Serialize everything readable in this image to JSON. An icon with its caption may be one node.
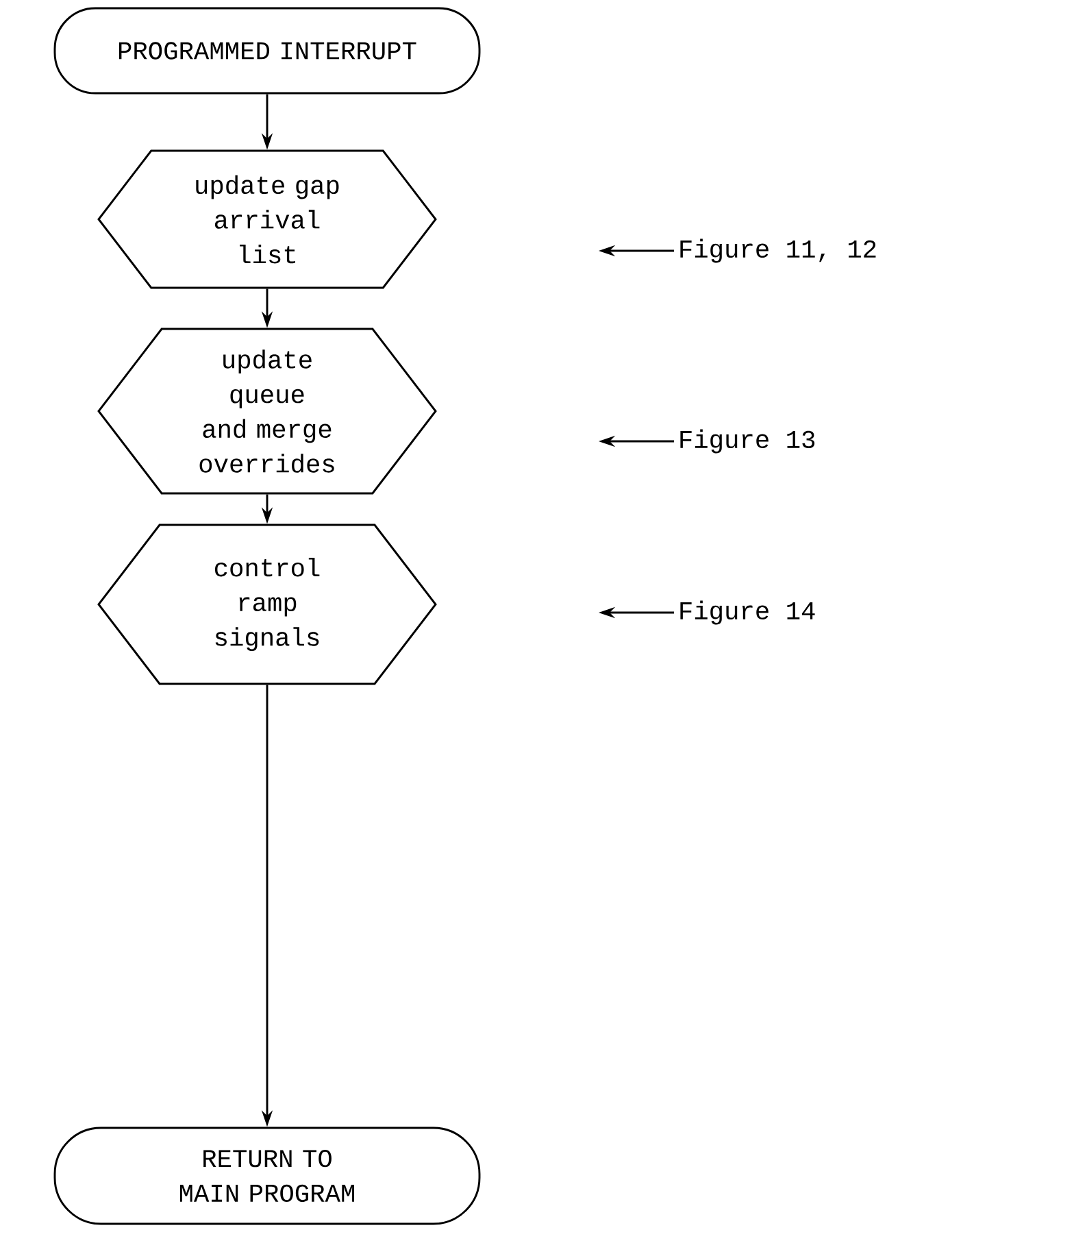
{
  "diagram": {
    "nodes": [
      {
        "text": [
          "PROGRAMMED INTERRUPT"
        ]
      },
      {
        "text": [
          "update gap arrival list"
        ]
      },
      {
        "text": [
          "update queue and merge overrides"
        ]
      },
      {
        "text": [
          "control ramp signals"
        ]
      },
      {
        "text": [
          "RETURN TO MAIN PROGRAM"
        ]
      },
      {
        "text": [
          "Figure 11, 12"
        ]
      },
      {
        "text": [
          "Figure 13"
        ]
      },
      {
        "text": [
          "Figure 14"
        ]
      }
    ],
    "edges": [
      {
        "from": 0,
        "to": 1,
        "arrow": "to"
      },
      {
        "from": 1,
        "to": 2,
        "arrow": "to"
      },
      {
        "from": 2,
        "to": 3,
        "arrow": "to"
      },
      {
        "from": 3,
        "to": 4,
        "arrow": "to"
      },
      {
        "from": 5,
        "to": null,
        "arrow": "to"
      },
      {
        "from": 6,
        "to": null,
        "arrow": "to"
      },
      {
        "from": 7,
        "to": null,
        "arrow": "to"
      }
    ]
  }
}
